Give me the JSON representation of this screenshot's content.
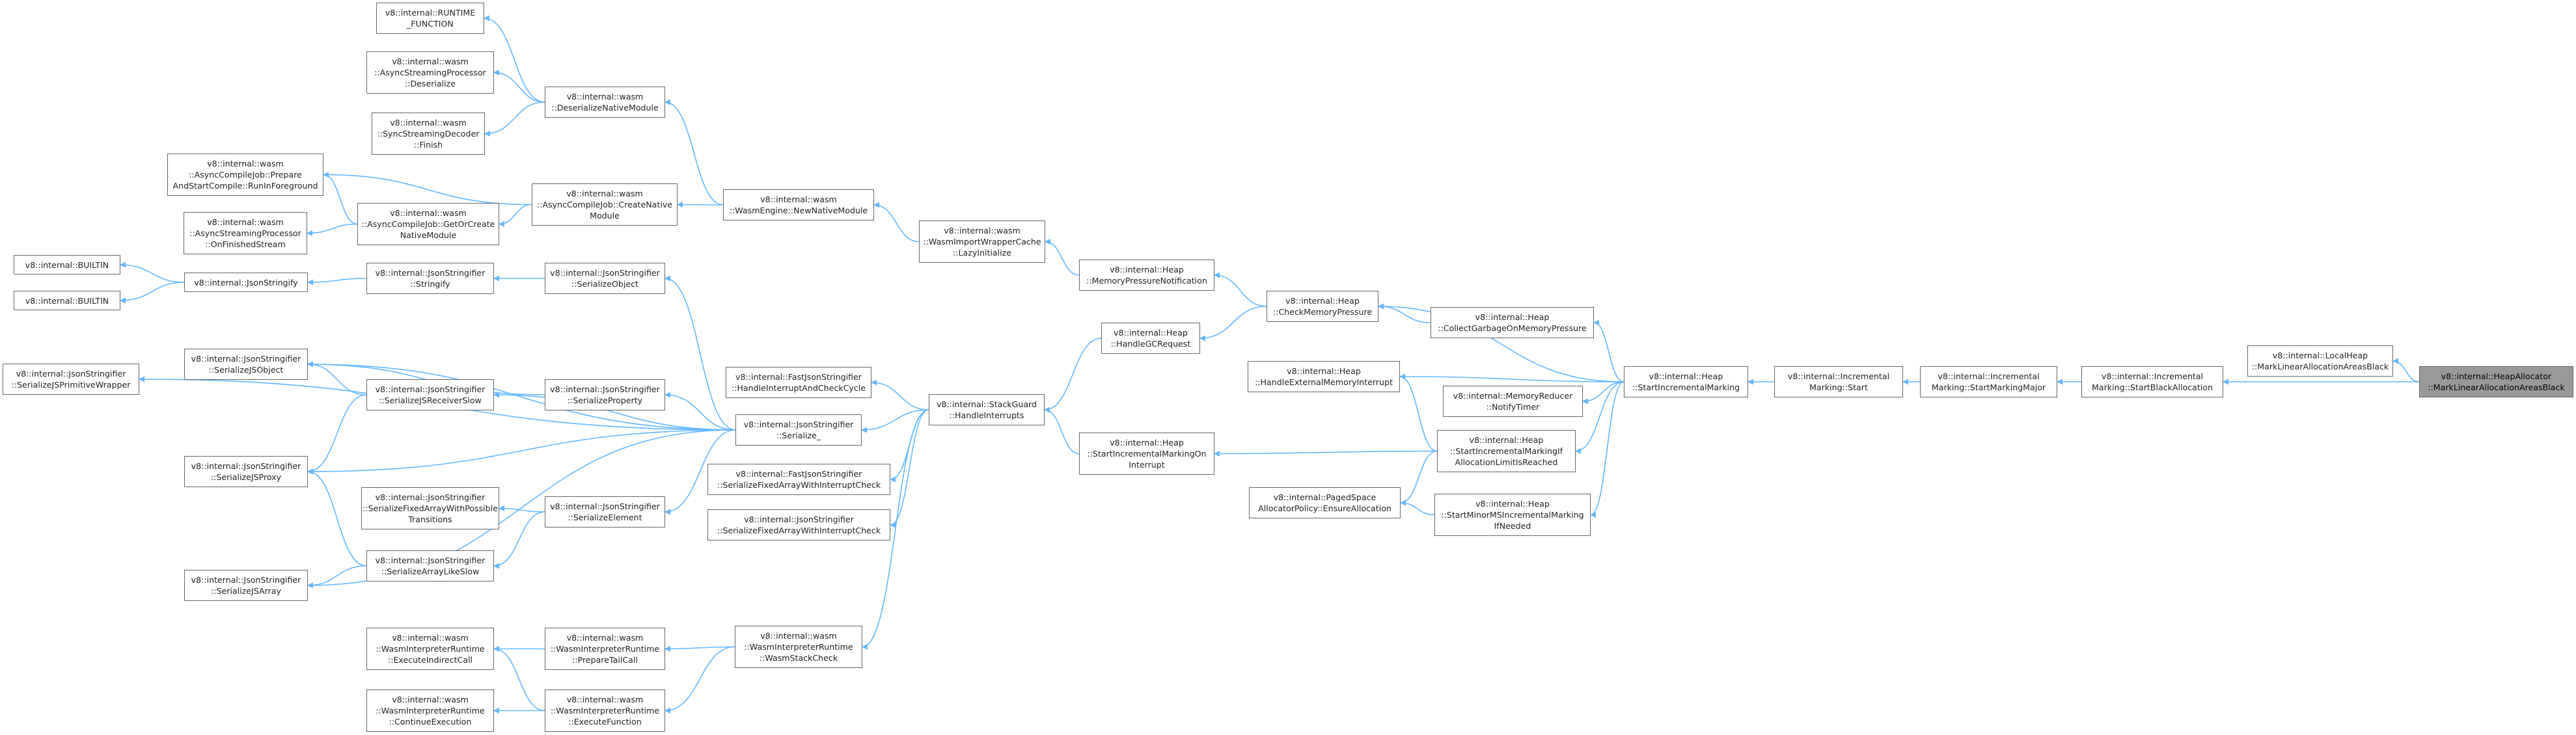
{
  "diagram": {
    "title": "",
    "edge_color": "#63b8ff",
    "root_fill": "#999999",
    "node_border": "#666666",
    "nodes": [
      {
        "id": "heapallocator",
        "label": "v8::internal::HeapAllocator\n::MarkLinearAllocationAreasBlack",
        "root": true
      },
      {
        "id": "localheap",
        "label": "v8::internal::LocalHeap\n::MarkLinearAllocationAreasBlack"
      },
      {
        "id": "startblackallocation",
        "label": "v8::internal::Incremental\nMarking::StartBlackAllocation"
      },
      {
        "id": "startmarkingmajor",
        "label": "v8::internal::Incremental\nMarking::StartMarkingMajor"
      },
      {
        "id": "incmarkingstart",
        "label": "v8::internal::Incremental\nMarking::Start"
      },
      {
        "id": "startincrementalmarking",
        "label": "v8::internal::Heap\n::StartIncrementalMarking"
      },
      {
        "id": "checkmemorypressure",
        "label": "v8::internal::Heap\n::CheckMemoryPressure"
      },
      {
        "id": "collectgarbageonmemorypressure",
        "label": "v8::internal::Heap\n::CollectGarbageOnMemoryPressure"
      },
      {
        "id": "handleexternalmemoryinterrupt",
        "label": "v8::internal::Heap\n::HandleExternalMemoryInterrupt"
      },
      {
        "id": "notifytimer",
        "label": "v8::internal::MemoryReducer\n::NotifyTimer"
      },
      {
        "id": "startincmarkingiflimit",
        "label": "v8::internal::Heap\n::StartIncrementalMarkingIf\nAllocationLimitIsReached"
      },
      {
        "id": "ensureallocation",
        "label": "v8::internal::PagedSpace\nAllocatorPolicy::EnsureAllocation"
      },
      {
        "id": "startminorms",
        "label": "v8::internal::Heap\n::StartMinorMSIncrementalMarking\nIfNeeded"
      },
      {
        "id": "memorypressurenotification",
        "label": "v8::internal::Heap\n::MemoryPressureNotification"
      },
      {
        "id": "handlegcrequest",
        "label": "v8::internal::Heap\n::HandleGCRequest"
      },
      {
        "id": "startincmarkingoninterrupt",
        "label": "v8::internal::Heap\n::StartIncrementalMarkingOn\nInterrupt"
      },
      {
        "id": "lazyinitialize",
        "label": "v8::internal::wasm\n::WasmImportWrapperCache\n::LazyInitialize"
      },
      {
        "id": "newnativemodule",
        "label": "v8::internal::wasm\n::WasmEngine::NewNativeModule"
      },
      {
        "id": "deserializenativemodule",
        "label": "v8::internal::wasm\n::DeserializeNativeModule"
      },
      {
        "id": "runtimefunction",
        "label": "v8::internal::RUNTIME\n_FUNCTION"
      },
      {
        "id": "asyncstreamingdeserialize",
        "label": "v8::internal::wasm\n::AsyncStreamingProcessor\n::Deserialize"
      },
      {
        "id": "syncstreamingfinish",
        "label": "v8::internal::wasm\n::SyncStreamingDecoder\n::Finish"
      },
      {
        "id": "createnativemodule",
        "label": "v8::internal::wasm\n::AsyncCompileJob::CreateNative\nModule"
      },
      {
        "id": "prepareandstartcompile",
        "label": "v8::internal::wasm\n::AsyncCompileJob::Prepare\nAndStartCompile::RunInForeground"
      },
      {
        "id": "getorcreatenativemodule",
        "label": "v8::internal::wasm\n::AsyncCompileJob::GetOrCreate\nNativeModule"
      },
      {
        "id": "onfinishedstream",
        "label": "v8::internal::wasm\n::AsyncStreamingProcessor\n::OnFinishedStream"
      },
      {
        "id": "handleinterrupts",
        "label": "v8::internal::StackGuard\n::HandleInterrupts"
      },
      {
        "id": "serialize_",
        "label": "v8::internal::JsonStringifier\n::Serialize_"
      },
      {
        "id": "handleinterruptandcheckcycle",
        "label": "v8::internal::FastJsonStringifier\n::HandleInterruptAndCheckCycle"
      },
      {
        "id": "fastserializefixedarray",
        "label": "v8::internal::FastJsonStringifier\n::SerializeFixedArrayWithInterruptCheck"
      },
      {
        "id": "serializefixedarray",
        "label": "v8::internal::JsonStringifier\n::SerializeFixedArrayWithInterruptCheck"
      },
      {
        "id": "wasmstackcheck",
        "label": "v8::internal::wasm\n::WasmInterpreterRuntime\n::WasmStackCheck"
      },
      {
        "id": "builtin1",
        "label": "v8::internal::BUILTIN"
      },
      {
        "id": "builtin2",
        "label": "v8::internal::BUILTIN"
      },
      {
        "id": "jsonstringify",
        "label": "v8::internal::JsonStringify"
      },
      {
        "id": "stringify",
        "label": "v8::internal::JsonStringifier\n::Stringify"
      },
      {
        "id": "serializeobject",
        "label": "v8::internal::JsonStringifier\n::SerializeObject"
      },
      {
        "id": "serializejsobject",
        "label": "v8::internal::JsonStringifier\n::SerializeJSObject"
      },
      {
        "id": "serializejsprimitivewrapper",
        "label": "v8::internal::JsonStringifier\n::SerializeJSPrimitiveWrapper"
      },
      {
        "id": "serializejsreceiverslow",
        "label": "v8::internal::JsonStringifier\n::SerializeJSReceiverSlow"
      },
      {
        "id": "serializeproperty",
        "label": "v8::internal::JsonStringifier\n::SerializeProperty"
      },
      {
        "id": "serializejsproxy",
        "label": "v8::internal::JsonStringifier\n::SerializeJSProxy"
      },
      {
        "id": "serializefixedarraywithpossible",
        "label": "v8::internal::JsonStringifier\n::SerializeFixedArrayWithPossible\nTransitions"
      },
      {
        "id": "serializeelement",
        "label": "v8::internal::JsonStringifier\n::SerializeElement"
      },
      {
        "id": "serializearraylikeslow",
        "label": "v8::internal::JsonStringifier\n::SerializeArrayLikeSlow"
      },
      {
        "id": "serializejsarray",
        "label": "v8::internal::JsonStringifier\n::SerializeJSArray"
      },
      {
        "id": "executeindirectcall",
        "label": "v8::internal::wasm\n::WasmInterpreterRuntime\n::ExecuteIndirectCall"
      },
      {
        "id": "preparetailcall",
        "label": "v8::internal::wasm\n::WasmInterpreterRuntime\n::PrepareTailCall"
      },
      {
        "id": "continueexecution",
        "label": "v8::internal::wasm\n::WasmInterpreterRuntime\n::ContinueExecution"
      },
      {
        "id": "executefunction",
        "label": "v8::internal::wasm\n::WasmInterpreterRuntime\n::ExecuteFunction"
      }
    ],
    "edges": [
      [
        "heapallocator",
        "localheap"
      ],
      [
        "heapallocator",
        "startblackallocation"
      ],
      [
        "startblackallocation",
        "startmarkingmajor"
      ],
      [
        "startmarkingmajor",
        "incmarkingstart"
      ],
      [
        "incmarkingstart",
        "startincrementalmarking"
      ],
      [
        "startincrementalmarking",
        "checkmemorypressure"
      ],
      [
        "startincrementalmarking",
        "collectgarbageonmemorypressure"
      ],
      [
        "startincrementalmarking",
        "handleexternalmemoryinterrupt"
      ],
      [
        "startincrementalmarking",
        "notifytimer"
      ],
      [
        "startincrementalmarking",
        "startincmarkingiflimit"
      ],
      [
        "startincrementalmarking",
        "startminorms"
      ],
      [
        "collectgarbageonmemorypressure",
        "checkmemorypressure"
      ],
      [
        "checkmemorypressure",
        "memorypressurenotification"
      ],
      [
        "checkmemorypressure",
        "handlegcrequest"
      ],
      [
        "startincmarkingiflimit",
        "handleexternalmemoryinterrupt"
      ],
      [
        "startincmarkingiflimit",
        "startincmarkingoninterrupt"
      ],
      [
        "startincmarkingiflimit",
        "ensureallocation"
      ],
      [
        "startminorms",
        "ensureallocation"
      ],
      [
        "memorypressurenotification",
        "lazyinitialize"
      ],
      [
        "lazyinitialize",
        "newnativemodule"
      ],
      [
        "newnativemodule",
        "deserializenativemodule"
      ],
      [
        "newnativemodule",
        "createnativemodule"
      ],
      [
        "deserializenativemodule",
        "runtimefunction"
      ],
      [
        "deserializenativemodule",
        "asyncstreamingdeserialize"
      ],
      [
        "deserializenativemodule",
        "syncstreamingfinish"
      ],
      [
        "createnativemodule",
        "prepareandstartcompile"
      ],
      [
        "createnativemodule",
        "getorcreatenativemodule"
      ],
      [
        "getorcreatenativemodule",
        "prepareandstartcompile"
      ],
      [
        "getorcreatenativemodule",
        "onfinishedstream"
      ],
      [
        "handlegcrequest",
        "handleinterrupts"
      ],
      [
        "startincmarkingoninterrupt",
        "handleinterrupts"
      ],
      [
        "handleinterrupts",
        "serialize_"
      ],
      [
        "handleinterrupts",
        "handleinterruptandcheckcycle"
      ],
      [
        "handleinterrupts",
        "fastserializefixedarray"
      ],
      [
        "handleinterrupts",
        "serializefixedarray"
      ],
      [
        "handleinterrupts",
        "wasmstackcheck"
      ],
      [
        "serialize_",
        "serializeobject"
      ],
      [
        "serialize_",
        "serializejsobject"
      ],
      [
        "serialize_",
        "serializejsprimitivewrapper"
      ],
      [
        "serialize_",
        "serializejsreceiverslow"
      ],
      [
        "serialize_",
        "serializeproperty"
      ],
      [
        "serialize_",
        "serializejsproxy"
      ],
      [
        "serialize_",
        "serializeelement"
      ],
      [
        "serialize_",
        "serializejsarray"
      ],
      [
        "serializeobject",
        "stringify"
      ],
      [
        "stringify",
        "jsonstringify"
      ],
      [
        "jsonstringify",
        "builtin1"
      ],
      [
        "jsonstringify",
        "builtin2"
      ],
      [
        "serializeproperty",
        "serializejsobject"
      ],
      [
        "serializejsreceiverslow",
        "serializejsobject"
      ],
      [
        "serializejsreceiverslow",
        "serializejsproxy"
      ],
      [
        "serializeelement",
        "serializefixedarraywithpossible"
      ],
      [
        "serializeelement",
        "serializearraylikeslow"
      ],
      [
        "serializearraylikeslow",
        "serializejsproxy"
      ],
      [
        "serializearraylikeslow",
        "serializejsarray"
      ],
      [
        "wasmstackcheck",
        "preparetailcall"
      ],
      [
        "wasmstackcheck",
        "executefunction"
      ],
      [
        "preparetailcall",
        "executeindirectcall"
      ],
      [
        "executefunction",
        "executeindirectcall"
      ],
      [
        "executefunction",
        "continueexecution"
      ]
    ]
  }
}
